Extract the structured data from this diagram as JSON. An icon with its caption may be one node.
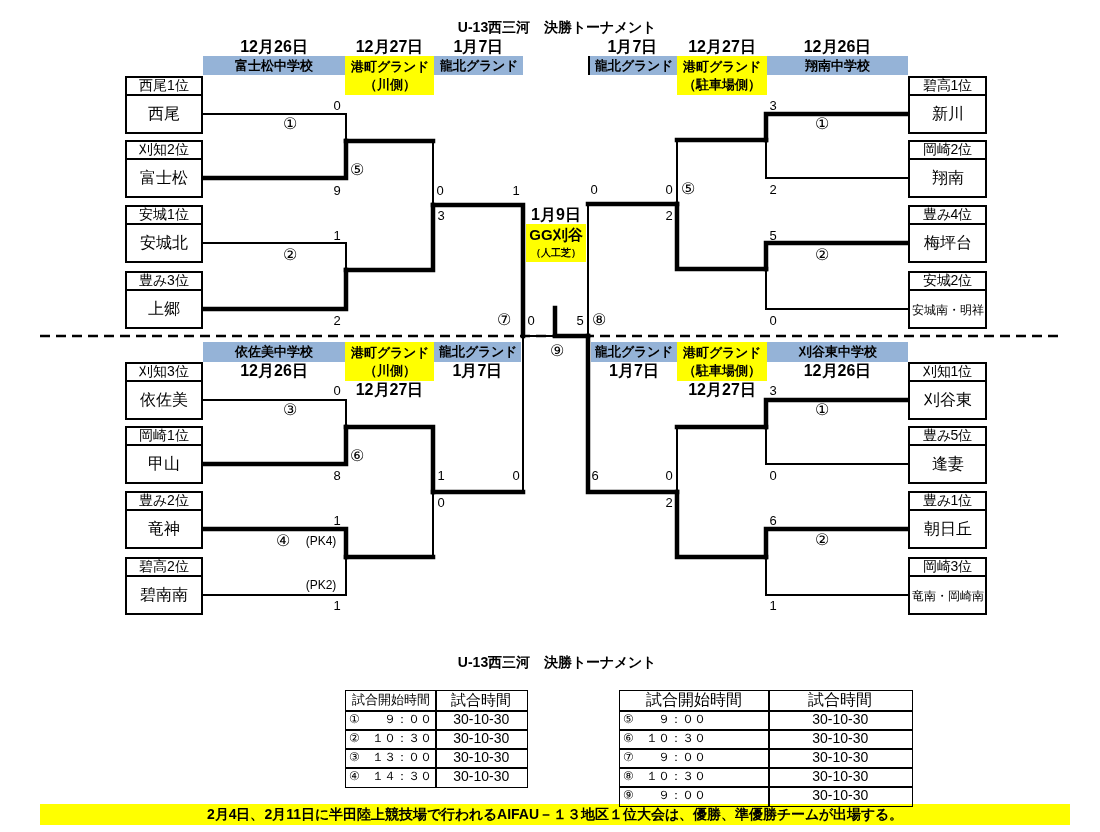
{
  "diagram": {
    "title": "U-13西三河　決勝トーナメント",
    "nodes": [
      {
        "text": [
          "12月26日",
          "富士松中学校"
        ]
      },
      {
        "text": [
          "12月27日",
          "港町グランド（川側）"
        ]
      },
      {
        "text": [
          "1月7日",
          "龍北グランド"
        ]
      },
      {
        "text": [
          "1月7日",
          "龍北グランド"
        ]
      },
      {
        "text": [
          "12月27日",
          "港町グランド（駐車場側）"
        ]
      },
      {
        "text": [
          "12月26日",
          "翔南中学校"
        ]
      },
      {
        "text": [
          "西尾1位",
          "西尾"
        ]
      },
      {
        "text": [
          "刈知2位",
          "富士松"
        ]
      },
      {
        "text": [
          "安城1位",
          "安城北"
        ]
      },
      {
        "text": [
          "豊み3位",
          "上郷"
        ]
      },
      {
        "text": [
          "碧高1位",
          "新川"
        ]
      },
      {
        "text": [
          "岡崎2位",
          "翔南"
        ]
      },
      {
        "text": [
          "豊み4位",
          "梅坪台"
        ]
      },
      {
        "text": [
          "安城2位",
          "安城南・明祥"
        ]
      },
      {
        "text": [
          "1月9日",
          "GG刈谷",
          "（人工芝）"
        ]
      },
      {
        "text": [
          "依佐美中学校",
          "12月26日"
        ]
      },
      {
        "text": [
          "港町グランド（川側）",
          "12月27日"
        ]
      },
      {
        "text": [
          "龍北グランド",
          "1月7日"
        ]
      },
      {
        "text": [
          "龍北グランド",
          "1月7日"
        ]
      },
      {
        "text": [
          "港町グランド（駐車場側）",
          "12月27日"
        ]
      },
      {
        "text": [
          "刈谷東中学校",
          "12月26日"
        ]
      },
      {
        "text": [
          "刈知3位",
          "依佐美"
        ]
      },
      {
        "text": [
          "岡崎1位",
          "甲山"
        ]
      },
      {
        "text": [
          "豊み2位",
          "竜神"
        ]
      },
      {
        "text": [
          "碧高2位",
          "碧南南"
        ]
      },
      {
        "text": [
          "刈知1位",
          "刈谷東"
        ]
      },
      {
        "text": [
          "豊み5位",
          "逢妻"
        ]
      },
      {
        "text": [
          "豊み1位",
          "朝日丘"
        ]
      },
      {
        "text": [
          "岡崎3位",
          "竜南・岡崎南"
        ]
      },
      {
        "text": [
          "2月4日、2月11日に半田陸上競技場で行われるAIFAU－１３地区１位大会は、優勝、準優勝チームが出場する。"
        ]
      }
    ],
    "edges": [
      {
        "from": 6,
        "to": null,
        "arrow": "none"
      },
      {
        "from": 7,
        "to": null,
        "arrow": "none",
        "style": "thick"
      },
      {
        "from": 8,
        "to": null,
        "arrow": "none"
      },
      {
        "from": 9,
        "to": null,
        "arrow": "none",
        "style": "thick"
      },
      {
        "from": 10,
        "to": null,
        "arrow": "none",
        "style": "thick"
      },
      {
        "from": 11,
        "to": null,
        "arrow": "none"
      },
      {
        "from": 12,
        "to": null,
        "arrow": "none",
        "style": "thick"
      },
      {
        "from": 13,
        "to": null,
        "arrow": "none"
      },
      {
        "from": 21,
        "to": null,
        "arrow": "none"
      },
      {
        "from": 22,
        "to": null,
        "arrow": "none",
        "style": "thick"
      },
      {
        "from": 23,
        "to": null,
        "arrow": "none",
        "style": "thick"
      },
      {
        "from": 24,
        "to": null,
        "arrow": "none"
      },
      {
        "from": 25,
        "to": null,
        "arrow": "none",
        "style": "thick"
      },
      {
        "from": 26,
        "to": null,
        "arrow": "none"
      },
      {
        "from": 27,
        "to": null,
        "arrow": "none",
        "style": "thick"
      },
      {
        "from": 28,
        "to": null,
        "arrow": "none"
      }
    ],
    "labels": [
      "0",
      "①",
      "⑤",
      "9",
      "0",
      "1",
      "3",
      "1",
      "②",
      "2",
      "⑦",
      "0",
      "3",
      "①",
      "0",
      "0",
      "⑤",
      "2",
      "2",
      "5",
      "②",
      "5",
      "⑧",
      "0",
      "⑨",
      "0",
      "③",
      "⑥",
      "8",
      "1",
      "0",
      "0",
      "1",
      "④",
      "(PK4)",
      "(PK2)",
      "1",
      "3",
      "①",
      "6",
      "0",
      "0",
      "2",
      "6",
      "②",
      "1",
      "U-13西三河　決勝トーナメント",
      "試合開始時間",
      "試合時間",
      "①　　９：００",
      "30-10-30",
      "②　１０：３０",
      "30-10-30",
      "③　１３：００",
      "30-10-30",
      "④　１４：３０",
      "30-10-30",
      "試合開始時間",
      "試合時間",
      "⑤　　９：００",
      "30-10-30",
      "⑥　１０：３０",
      "30-10-30",
      "⑦　　９：００",
      "30-10-30",
      "⑧　１０：３０",
      "30-10-30",
      "⑨　　９：００",
      "30-10-30"
    ]
  }
}
